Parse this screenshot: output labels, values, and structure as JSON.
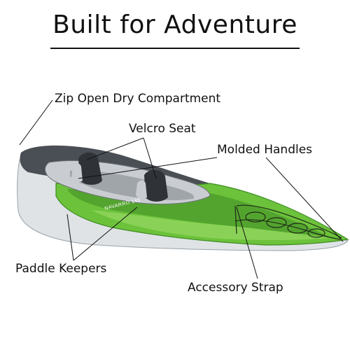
{
  "title": "Built for Adventure",
  "callouts": {
    "zip_open_dry_compartment": "Zip Open Dry Compartment",
    "velcro_seat": "Velcro Seat",
    "molded_handles": "Molded Handles",
    "paddle_keepers": "Paddle Keepers",
    "accessory_strap": "Accessory Strap"
  },
  "kayak": {
    "model_decal": "NAVARRO 145",
    "colors": {
      "hull_green": "#6cc23a",
      "hull_green_dark": "#3f8d24",
      "hull_grey": "#4a4f55",
      "seat_dark": "#2f3338",
      "tube_light": "#dfe3e6",
      "line_color": "#111111"
    }
  }
}
